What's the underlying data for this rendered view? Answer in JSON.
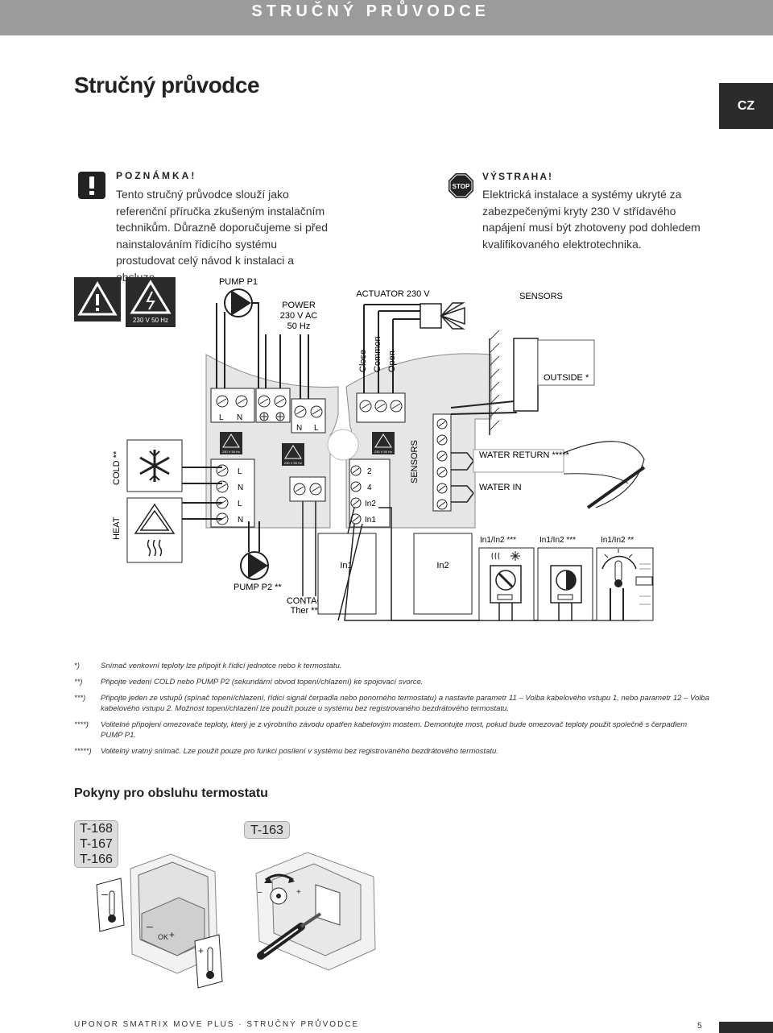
{
  "header": {
    "title": "STRUČNÝ PRŮVODCE"
  },
  "page_title": "Stručný průvodce",
  "language_tab": "CZ",
  "note": {
    "heading": "POZNÁMKA!",
    "body": "Tento stručný průvodce slouží jako referenční příručka zkušeným instalačním technikům. Důrazně doporučujeme si před nainstalováním řídicího systému prostudovat celý návod k instalaci a obsluze."
  },
  "warning": {
    "icon_label": "STOP",
    "heading": "VÝSTRAHA!",
    "body": "Elektrická instalace a systémy ukryté za zabezpečenými kryty 230 V střídavého napájení musí být zhotoveny pod dohledem kvalifikovaného elektrotechnika."
  },
  "diagram": {
    "hazard_label": "230 V 50 Hz",
    "pump_p1": "PUMP P1",
    "power": [
      "POWER",
      "230 V AC",
      "50 Hz"
    ],
    "actuator": "ACTUATOR 230 V",
    "actuator_terminals": [
      "Close",
      "Common",
      "Open"
    ],
    "sensors_title": "SENSORS",
    "outside": "OUTSIDE *",
    "terminal_ln": [
      "L",
      "N"
    ],
    "terminal_nl": [
      "N",
      "L"
    ],
    "small_warn": "230 V 50 Hz",
    "cold": "COLD **",
    "heat": "HEAT",
    "relay_labels": [
      "L",
      "N",
      "L",
      "N"
    ],
    "input_labels": [
      "2",
      "4",
      "In2",
      "In1"
    ],
    "sensors_vertical": "SENSORS",
    "water_return": "WATER RETURN *****",
    "water_in": "WATER IN",
    "in1": "In1",
    "in2": "In2",
    "pump_p2": "PUMP P2 **",
    "contact": [
      "CONTACT",
      "Ther ****"
    ],
    "switch_labels": [
      "In1/In2 ***",
      "In1/In2 ***",
      "In1/In2 **"
    ]
  },
  "footnotes": [
    {
      "mark": "*)",
      "text": "Snímač venkovní teploty lze připojit k řídicí jednotce nebo k termostatu."
    },
    {
      "mark": "**)",
      "text": "Připojte vedení COLD nebo PUMP P2 (sekundární obvod topení/chlazení) ke spojovací svorce."
    },
    {
      "mark": "***)",
      "text": "Připojte jeden ze vstupů (spínač topení/chlazení, řídicí signál čerpadla nebo ponorného termostatu) a nastavte parametr 11 – Volba kabelového vstupu 1, nebo parametr 12 – Volba kabelového vstupu 2. Možnost topení/chlazení lze použít pouze u systému bez registrovaného bezdrátového termostatu."
    },
    {
      "mark": "****)",
      "text": "Volitelné připojení omezovače teploty, který je z výrobního závodu opatřen kabelovým mostem. Demontujte most, pokud bude omezovač teploty použit společně s čerpadlem PUMP P1."
    },
    {
      "mark": "*****)",
      "text": "Volitelný vratný snímač. Lze použít pouze pro funkci posílení v systému bez registrovaného bezdrátového termostatu."
    }
  ],
  "section_heading": "Pokyny pro obsluhu termostatu",
  "thermostats": {
    "models_left": [
      "T-168",
      "T-167",
      "T-166"
    ],
    "model_right": "T-163",
    "button_ok": "OK"
  },
  "footer": {
    "text": "UPONOR SMATRIX MOVE PLUS · STRUČNÝ PRŮVODCE",
    "page": "5"
  }
}
